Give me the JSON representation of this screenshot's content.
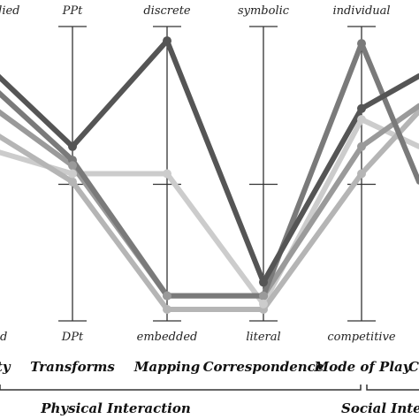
{
  "chart_data": {
    "type": "parallel-coordinates",
    "axes": [
      {
        "name": "ty",
        "top": "died",
        "bottom": "d"
      },
      {
        "name": "Transforms",
        "top": "PPt",
        "bottom": "DPt"
      },
      {
        "name": "Mapping",
        "top": "discrete",
        "bottom": "embedded"
      },
      {
        "name": "Correspondence",
        "top": "symbolic",
        "bottom": "literal"
      },
      {
        "name": "Mode of Play",
        "top": "individual",
        "bottom": "competitive"
      },
      {
        "name": "C",
        "top": "",
        "bottom": ""
      }
    ],
    "groups": [
      {
        "label": "Physical Interaction"
      },
      {
        "label": "Social Inte"
      }
    ],
    "ylim": [
      0,
      1
    ],
    "series": [
      {
        "color": "#555555",
        "values": [
          0.86,
          0.6,
          0.99,
          0.1,
          0.74,
          0.86
        ]
      },
      {
        "color": "#7a7a7a",
        "values": [
          0.8,
          0.55,
          0.05,
          0.05,
          0.98,
          0.47
        ]
      },
      {
        "color": "#9a9a9a",
        "values": [
          0.73,
          0.53,
          0.05,
          0.05,
          0.6,
          0.75
        ]
      },
      {
        "color": "#b5b5b5",
        "values": [
          0.64,
          0.47,
          0.0,
          0.0,
          0.5,
          0.73
        ]
      },
      {
        "color": "#cccccc",
        "values": [
          0.58,
          0.5,
          0.5,
          0.02,
          0.7,
          0.6
        ]
      }
    ]
  }
}
